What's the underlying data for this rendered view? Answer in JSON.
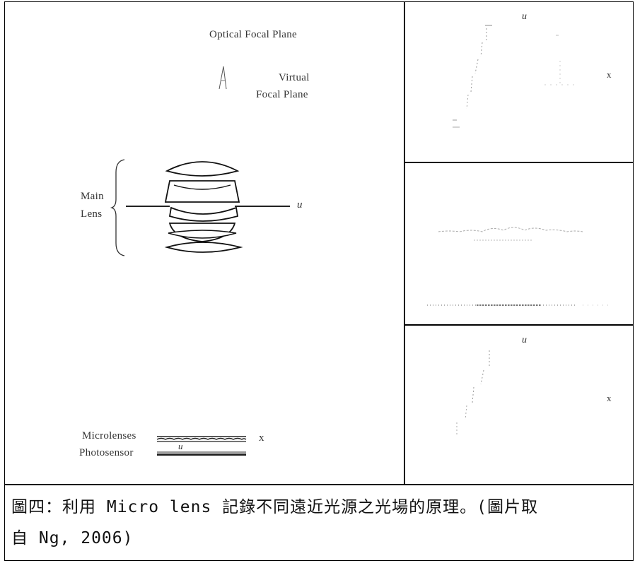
{
  "left_panel": {
    "optical_focal_plane_label": "Optical Focal Plane",
    "virtual_focal_plane_label_line1": "Virtual",
    "virtual_focal_plane_label_line2": "Focal Plane",
    "main_lens_label_line1": "Main",
    "main_lens_label_line2": "Lens",
    "axis_u_label": "u",
    "microlenses_label": "Microlenses",
    "photosensor_label": "Photosensor",
    "x_label": "x"
  },
  "right_panels": {
    "top": {
      "u_label": "u",
      "x_label": "x"
    },
    "bottom": {
      "u_label": "u",
      "x_label": "x"
    }
  },
  "caption": {
    "line1": "圖四：利用 Micro lens 記錄不同遠近光源之光場的原理。(圖片取",
    "line2": "自 Ng, 2006)"
  }
}
